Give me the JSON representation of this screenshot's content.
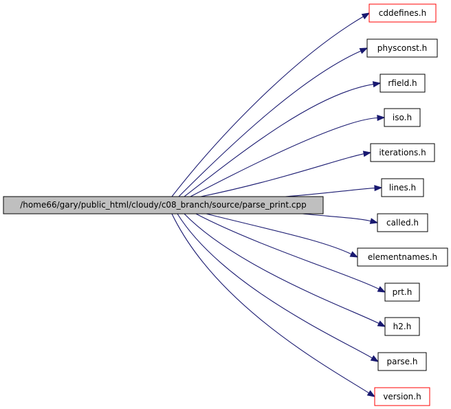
{
  "colors": {
    "edge": "#191970",
    "source_fill": "#bfbfbf",
    "target_fill": "#ffffff",
    "border_normal": "#000000",
    "border_red": "#ff0000"
  },
  "source": {
    "label": "/home66/gary/public_html/cloudy/c08_branch/source/parse_print.cpp"
  },
  "targets": [
    {
      "label": "cddefines.h",
      "border": "red"
    },
    {
      "label": "physconst.h",
      "border": "black"
    },
    {
      "label": "rfield.h",
      "border": "black"
    },
    {
      "label": "iso.h",
      "border": "black"
    },
    {
      "label": "iterations.h",
      "border": "black"
    },
    {
      "label": "lines.h",
      "border": "black"
    },
    {
      "label": "called.h",
      "border": "black"
    },
    {
      "label": "elementnames.h",
      "border": "black"
    },
    {
      "label": "prt.h",
      "border": "black"
    },
    {
      "label": "h2.h",
      "border": "black"
    },
    {
      "label": "parse.h",
      "border": "black"
    },
    {
      "label": "version.h",
      "border": "red"
    }
  ]
}
